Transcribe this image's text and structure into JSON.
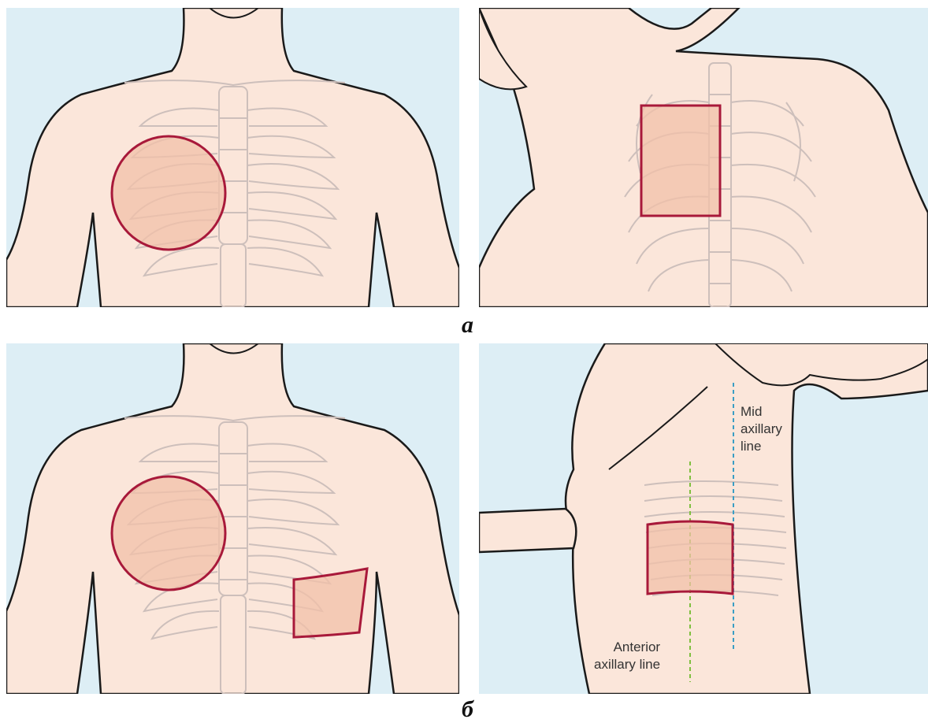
{
  "figure": {
    "caption_a": "a",
    "caption_b": "б",
    "label_mid_axillary_1": "Mid",
    "label_mid_axillary_2": "axillary",
    "label_mid_axillary_3": "line",
    "label_anterior_axillary_1": "Anterior",
    "label_anterior_axillary_2": "axillary line"
  },
  "colors": {
    "background": "#ddeef5",
    "skin": "#fbe6da",
    "outline": "#1a1a1a",
    "rib": "#cdbfbb",
    "marker_fill": "#f2c0a8",
    "marker_stroke": "#a8193a",
    "mid_axillary_line": "#3a9ec4",
    "anterior_axillary_line": "#7fbf3f"
  }
}
